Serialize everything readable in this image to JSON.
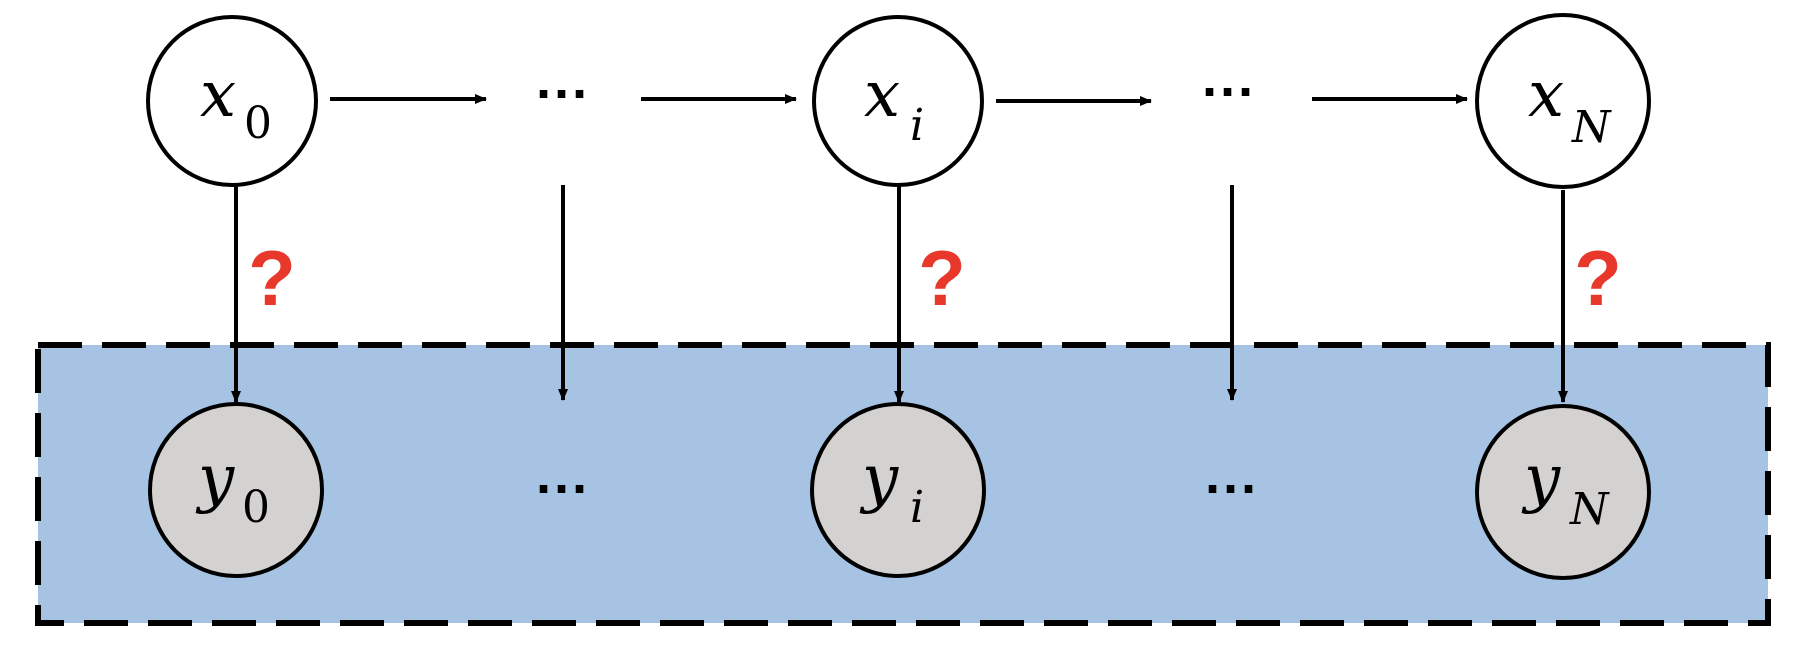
{
  "diagram": {
    "top_nodes": [
      {
        "var": "x",
        "sub": "0"
      },
      {
        "var": "x",
        "sub": "i"
      },
      {
        "var": "x",
        "sub": "N"
      }
    ],
    "bottom_nodes": [
      {
        "var": "y",
        "sub": "0"
      },
      {
        "var": "y",
        "sub": "i"
      },
      {
        "var": "y",
        "sub": "N"
      }
    ],
    "ellipsis": "···",
    "question_mark": "?",
    "colors": {
      "observed_region_fill": "#a6c3e3",
      "observed_node_fill": "#d4d1d1",
      "latent_node_fill": "#ffffff",
      "stroke": "#000000",
      "question_mark": "#e8382c"
    }
  }
}
